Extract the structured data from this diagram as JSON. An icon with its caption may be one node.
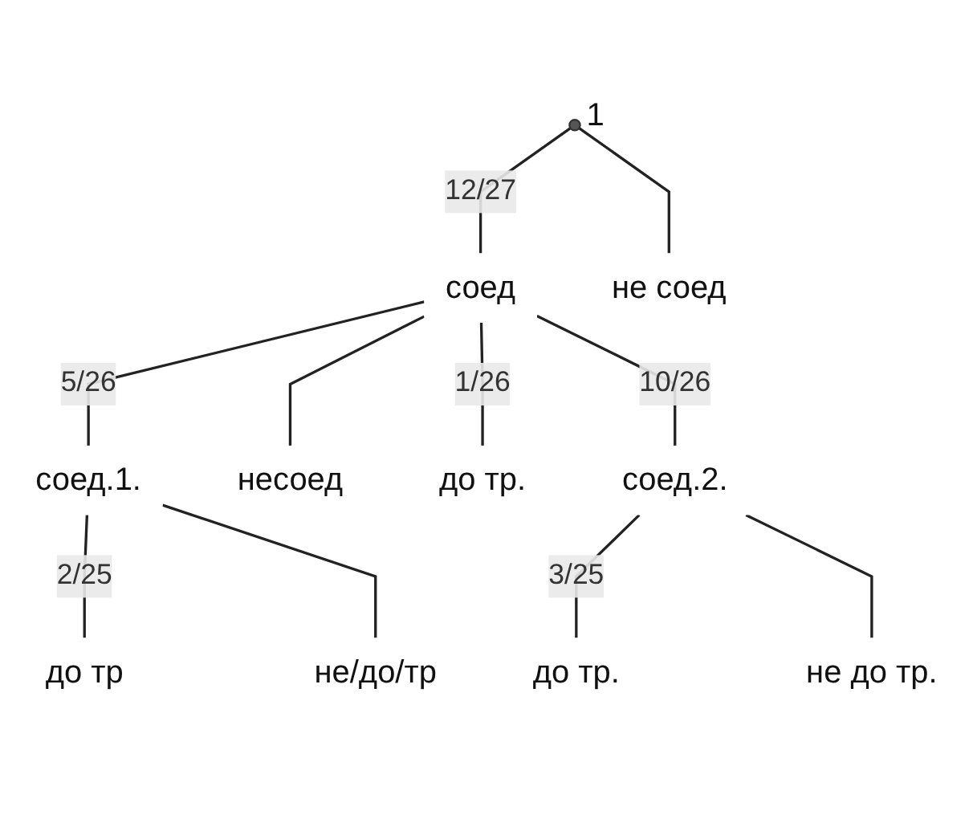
{
  "diagram": {
    "nodes": [
      {
        "text": [],
        "shape": "circle",
        "beside": [
          "1"
        ]
      },
      {
        "text": [
          "соед"
        ]
      },
      {
        "text": [
          "не соед"
        ]
      },
      {
        "text": [
          "соед.1."
        ]
      },
      {
        "text": [
          "несоед"
        ]
      },
      {
        "text": [
          "до тр."
        ]
      },
      {
        "text": [
          "соед.2."
        ]
      },
      {
        "text": [
          "до тр"
        ]
      },
      {
        "text": [
          "не/до/тр"
        ]
      },
      {
        "text": [
          "не до тр."
        ]
      },
      {
        "text": [
          "до тр."
        ]
      }
    ],
    "edges": [
      {
        "from": 0,
        "to": 1,
        "arrow": "none",
        "label": "12/27"
      },
      {
        "from": 0,
        "to": 2,
        "arrow": "none"
      },
      {
        "from": 1,
        "to": 3,
        "arrow": "none",
        "label": "5/26"
      },
      {
        "from": 1,
        "to": 4,
        "arrow": "none"
      },
      {
        "from": 1,
        "to": 6,
        "arrow": "none",
        "label": "10/26"
      },
      {
        "from": 1,
        "to": 5,
        "arrow": "none",
        "label": "1/26"
      },
      {
        "from": 3,
        "to": 7,
        "arrow": "none",
        "label": "2/25"
      },
      {
        "from": 3,
        "to": 8,
        "arrow": "none"
      },
      {
        "from": 6,
        "to": 10,
        "arrow": "none",
        "label": "3/25"
      },
      {
        "from": 6,
        "to": 9,
        "arrow": "none"
      }
    ]
  }
}
